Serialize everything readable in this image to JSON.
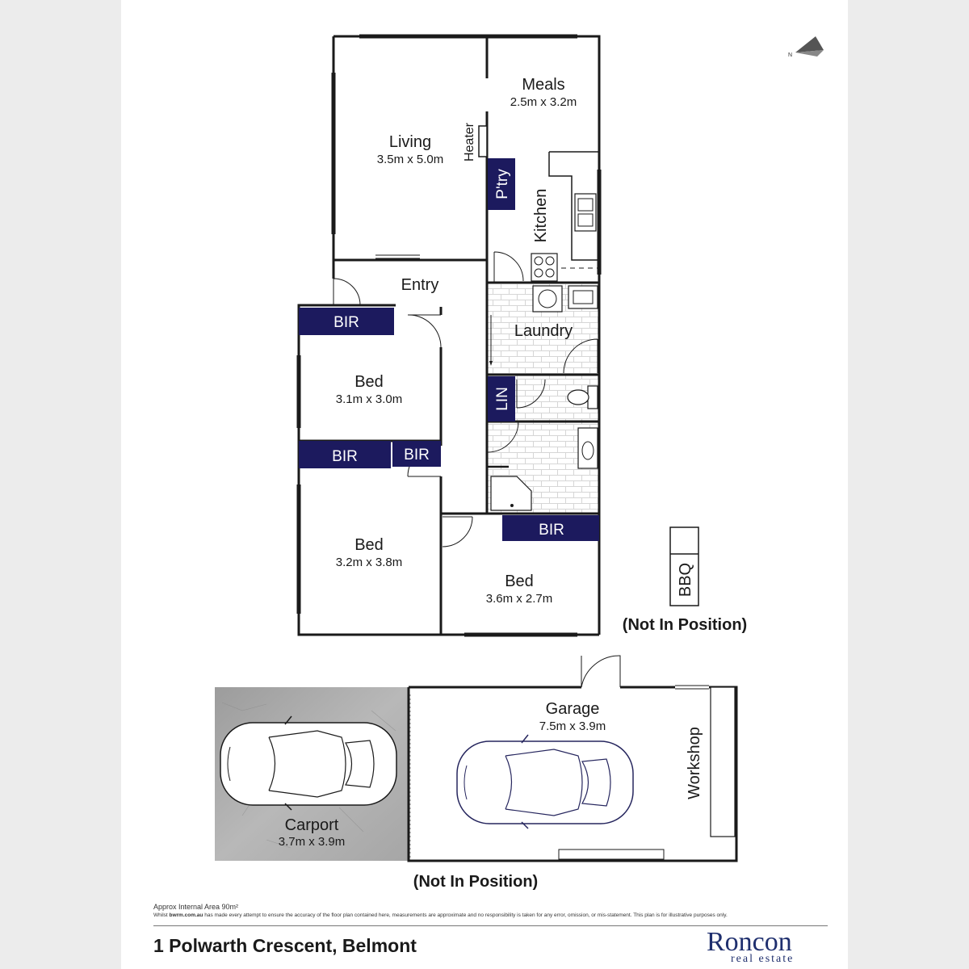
{
  "rooms": {
    "meals": {
      "name": "Meals",
      "dims": "2.5m x 3.2m"
    },
    "living": {
      "name": "Living",
      "dims": "3.5m x 5.0m"
    },
    "heater": "Heater",
    "pantry": "P'try",
    "kitchen": "Kitchen",
    "entry": "Entry",
    "laundry": "Laundry",
    "lin": "LIN",
    "bed1": {
      "name": "Bed",
      "dims": "3.1m x 3.0m"
    },
    "bed2": {
      "name": "Bed",
      "dims": "3.2m x 3.8m"
    },
    "bed3": {
      "name": "Bed",
      "dims": "3.6m x 2.7m"
    },
    "bir": "BIR",
    "bbq": "BBQ",
    "garage": {
      "name": "Garage",
      "dims": "7.5m x 3.9m"
    },
    "workshop": "Workshop",
    "carport": {
      "name": "Carport",
      "dims": "3.7m x 3.9m"
    }
  },
  "notes": {
    "bbq_not_in_position": "(Not In Position)",
    "carport_not_in_position": "(Not In Position)"
  },
  "footer": {
    "area": "Approx Internal Area 90m²",
    "disclaimer_prefix": "Whilst ",
    "disclaimer_site": "bwrm.com.au",
    "disclaimer_rest": " has made every attempt to ensure the accuracy of the floor plan contained here, measurements are approximate and no responsibility is taken for any error, omission, or mis-statement. This plan is for illustrative purposes only.",
    "address": "1 Polwarth Crescent, Belmont"
  },
  "logo": {
    "brand": "Roncon",
    "sub": "real estate"
  },
  "colors": {
    "bir_fill": "#1c1a5e",
    "wall": "#1a1a1a",
    "brand": "#1f2f6e"
  },
  "icons": [
    "north-arrow-icon",
    "car-icon"
  ]
}
